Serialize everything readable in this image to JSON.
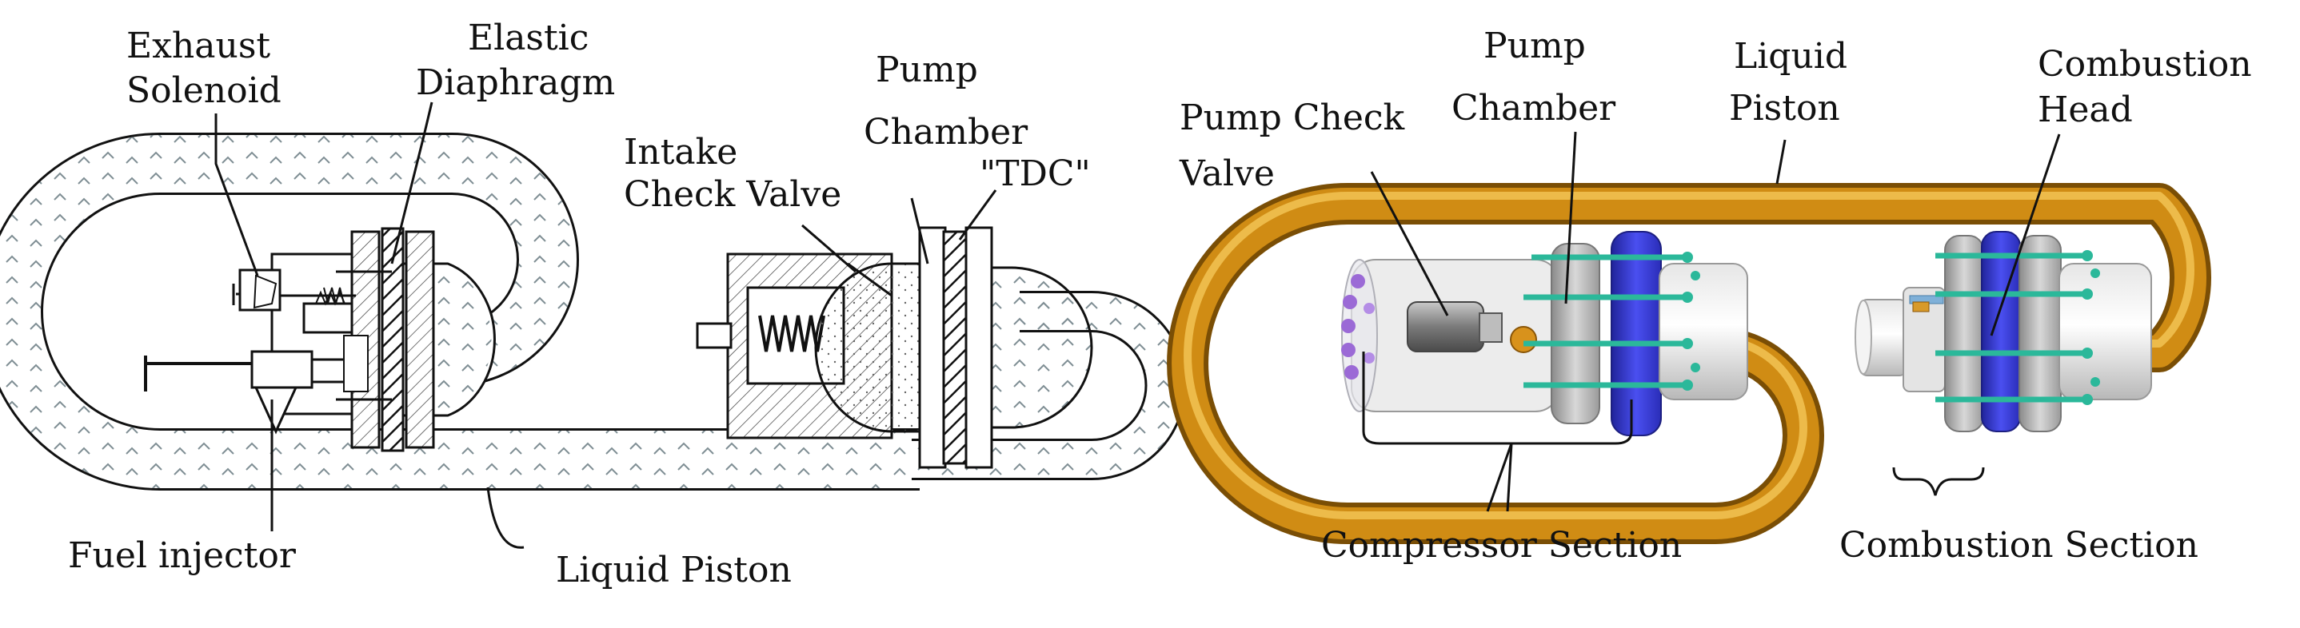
{
  "colors": {
    "tube_outer": "#7a4e05",
    "tube_mid": "#d08c14",
    "tube_light": "#f2c354",
    "flange_blue": "#3a3ed8",
    "bolt_green": "#2bb89a",
    "bolt_purple": "#9b6ad6",
    "fluid_line": "#7f8e94"
  },
  "left_schematic": {
    "labels": {
      "exhaust_line1": "Exhaust",
      "exhaust_line2": "Solenoid",
      "elastic_line1": "Elastic",
      "elastic_line2": "Diaphragm",
      "intake_line1": "Intake",
      "intake_line2": "Check Valve",
      "pump_chamber_line1": "Pump",
      "pump_chamber_line2": "Chamber",
      "tdc": "\"TDC\"",
      "fuel_injector": "Fuel injector",
      "liquid_piston": "Liquid Piston"
    }
  },
  "right_render": {
    "labels": {
      "pump_check_line1": "Pump Check",
      "pump_check_line2": "Valve",
      "pump_chamber_line1": "Pump",
      "pump_chamber_line2": "Chamber",
      "liquid_piston_line1": "Liquid",
      "liquid_piston_line2": "Piston",
      "combustion_head_line1": "Combustion",
      "combustion_head_line2": "Head",
      "compressor_section": "Compressor Section",
      "combustion_section": "Combustion Section"
    }
  }
}
